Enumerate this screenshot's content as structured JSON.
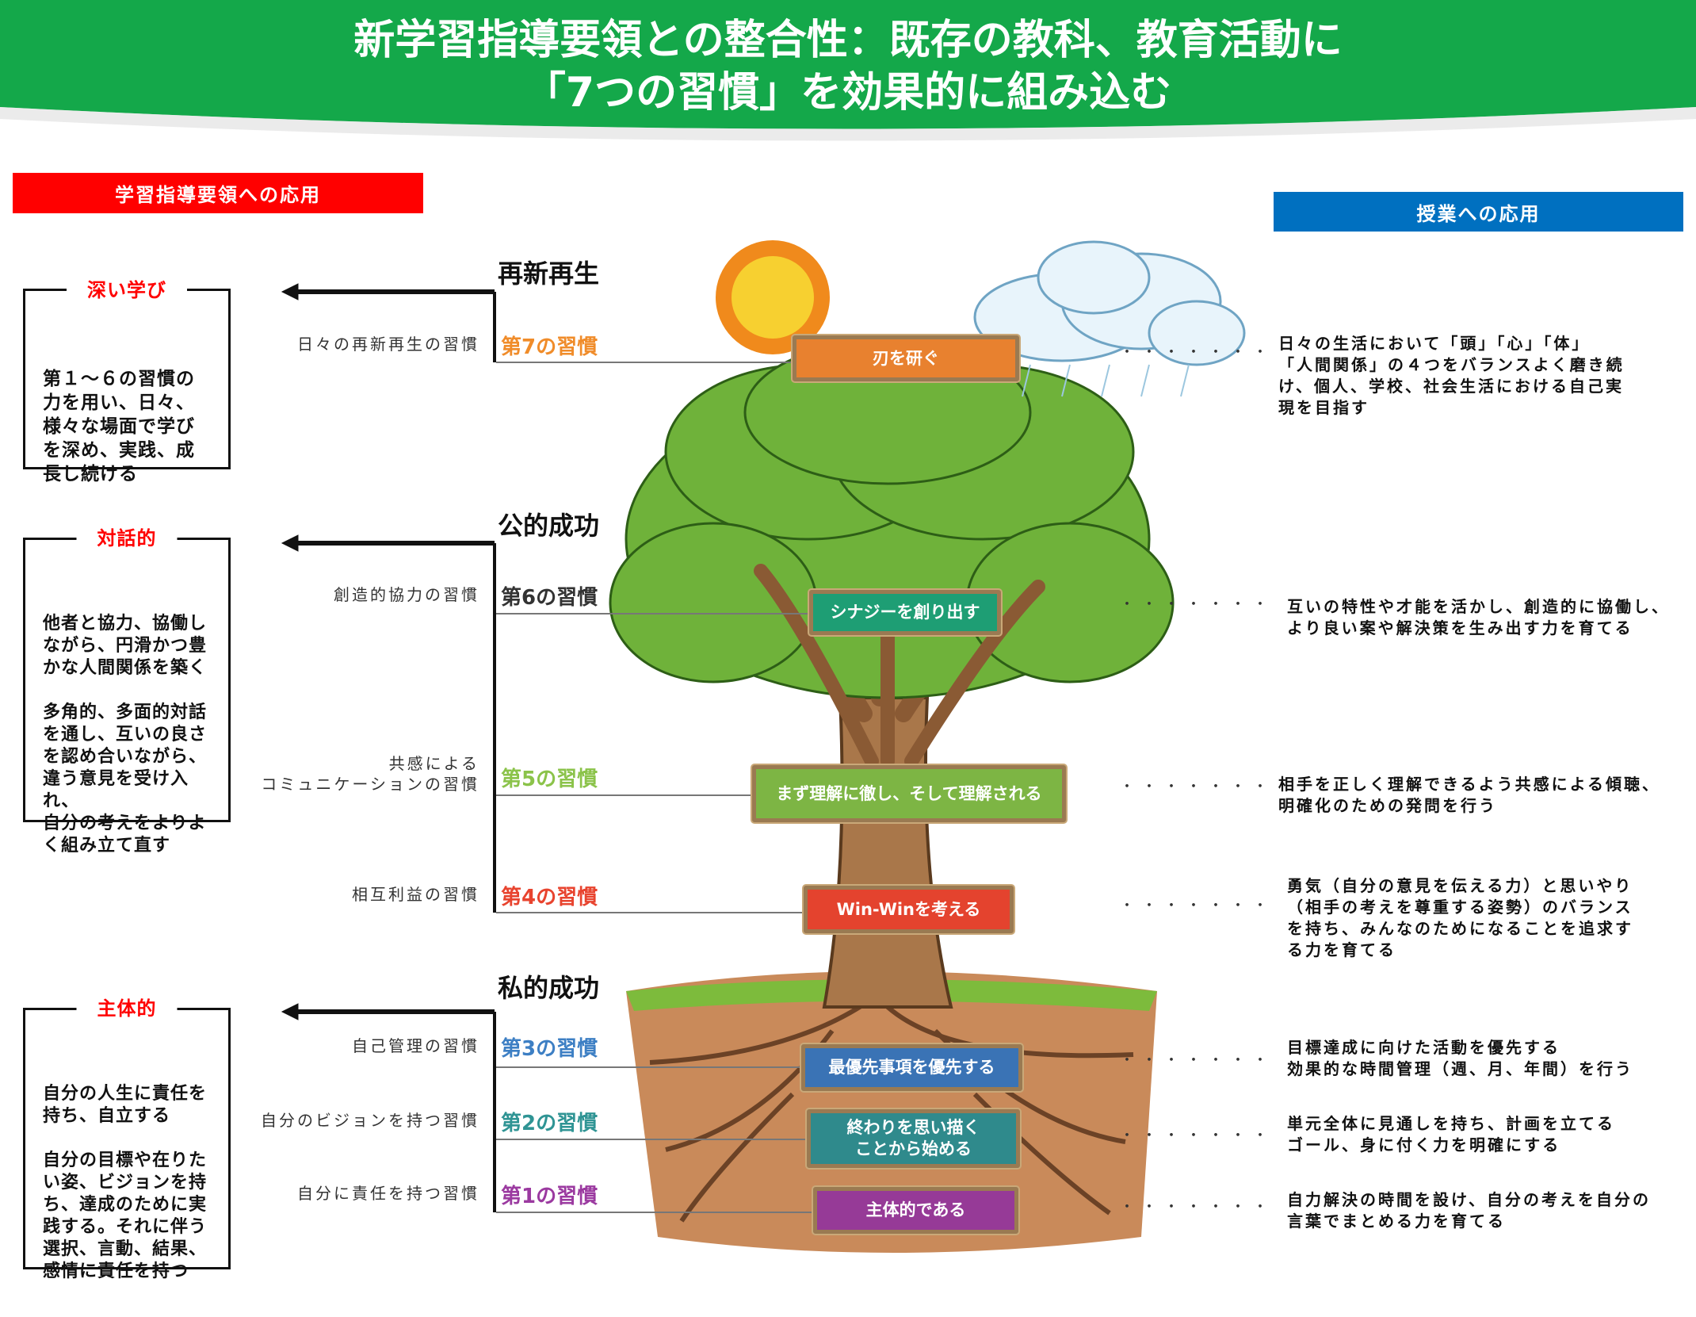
{
  "title": {
    "line1": "新学習指導要領との整合性：既存の教科、教育活動に",
    "line2": "「7つの習慣」を効果的に組み込む"
  },
  "left_banner": "学習指導要領への応用",
  "right_banner": "授業への応用",
  "left_boxes": [
    {
      "title": "深い学び",
      "text": "第１～６の習慣の\n力を用い、日々、\n様々な場面で学び\nを深め、実践、成\n長し続ける"
    },
    {
      "title": "対話的",
      "text": "他者と協力、協働し\nながら、円滑かつ豊\nかな人間関係を築く\n\n多角的、多面的対話\nを通し、互いの良さ\nを認め合いながら、\n違う意見を受け入れ、\n自分の考えをよりよ\nく組み立て直す"
    },
    {
      "title": "主体的",
      "text": "自分の人生に責任を\n持ち、自立する\n\n自分の目標や在りた\nい姿、ビジョンを持\nち、達成のために実\n践する。それに伴う\n選択、言動、結果、\n感情に責任を持つ"
    }
  ],
  "groups": [
    "再新再生",
    "公的成功",
    "私的成功"
  ],
  "habits": [
    {
      "label": "第7の習慣",
      "desc": "日々の再新再生の習慣",
      "sign": "刃を研ぐ",
      "color": "#e8812f",
      "label_color": "#f08c2a",
      "detail": "日々の生活において「頭」「心」「体」\n「人間関係」の４つをバランスよく磨き続\nけ、個人、学校、社会生活における自己実\n現を目指す"
    },
    {
      "label": "第6の習慣",
      "desc": "創造的協力の習慣",
      "sign": "シナジーを創り出す",
      "color": "#1e9e74",
      "label_color": "#333333",
      "detail": "互いの特性や才能を活かし、創造的に協働し、\nより良い案や解決策を生み出す力を育てる"
    },
    {
      "label": "第5の習慣",
      "desc": "共感による\nコミュニケーションの習慣",
      "sign": "まず理解に徹し、そして理解される",
      "color": "#7db544",
      "label_color": "#8bc34a",
      "detail": "相手を正しく理解できるよう共感による傾聴、\n明確化のための発問を行う"
    },
    {
      "label": "第4の習慣",
      "desc": "相互利益の習慣",
      "sign": "Win-Winを考える",
      "color": "#e4432e",
      "label_color": "#e8442f",
      "detail": "勇気（自分の意見を伝える力）と思いやり\n（相手の考えを尊重する姿勢）のバランス\nを持ち、みんなのためになることを追求す\nる力を育てる"
    },
    {
      "label": "第3の習慣",
      "desc": "自己管理の習慣",
      "sign": "最優先事項を優先する",
      "color": "#3a73b5",
      "label_color": "#3d7fc4",
      "detail": "目標達成に向けた活動を優先する\n効果的な時間管理（週、月、年間）を行う"
    },
    {
      "label": "第2の習慣",
      "desc": "自分のビジョンを持つ習慣",
      "sign": "終わりを思い描く\nことから始める",
      "color": "#2f8a8c",
      "label_color": "#2f9494",
      "detail": "単元全体に見通しを持ち、計画を立てる\nゴール、身に付く力を明確にする"
    },
    {
      "label": "第1の習慣",
      "desc": "自分に責任を持つ習慣",
      "sign": "主体的である",
      "color": "#963a97",
      "label_color": "#9b3aa0",
      "detail": "自力解決の時間を設け、自分の考えを自分の\n言葉でまとめる力を育てる"
    }
  ],
  "dots": "・・・・・・・",
  "colors": {
    "header": "#14a84a",
    "left_banner": "#ff0000",
    "right_banner": "#0070c0"
  }
}
